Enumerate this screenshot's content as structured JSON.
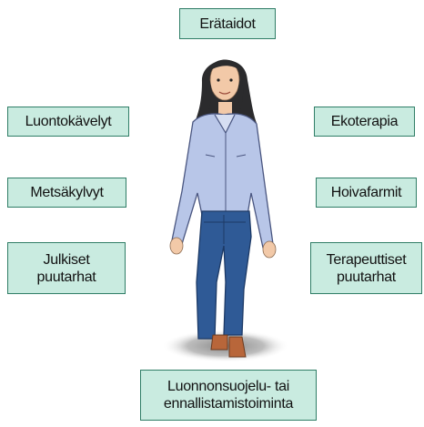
{
  "diagram": {
    "center_figure": "person-walking",
    "box_fill": "#c9ebe0",
    "box_border": "#2f7d66",
    "boxes": {
      "top": "Erätaidot",
      "left1": "Luontokävelyt",
      "left2": "Metsäkylvyt",
      "left3": "Julkiset\npuutarhat",
      "right1": "Ekoterapia",
      "right2": "Hoivafarmit",
      "right3": "Terapeuttiset\npuutarhat",
      "bottom": "Luonnonsuojelu- tai\nennallistamistoiminta"
    }
  }
}
